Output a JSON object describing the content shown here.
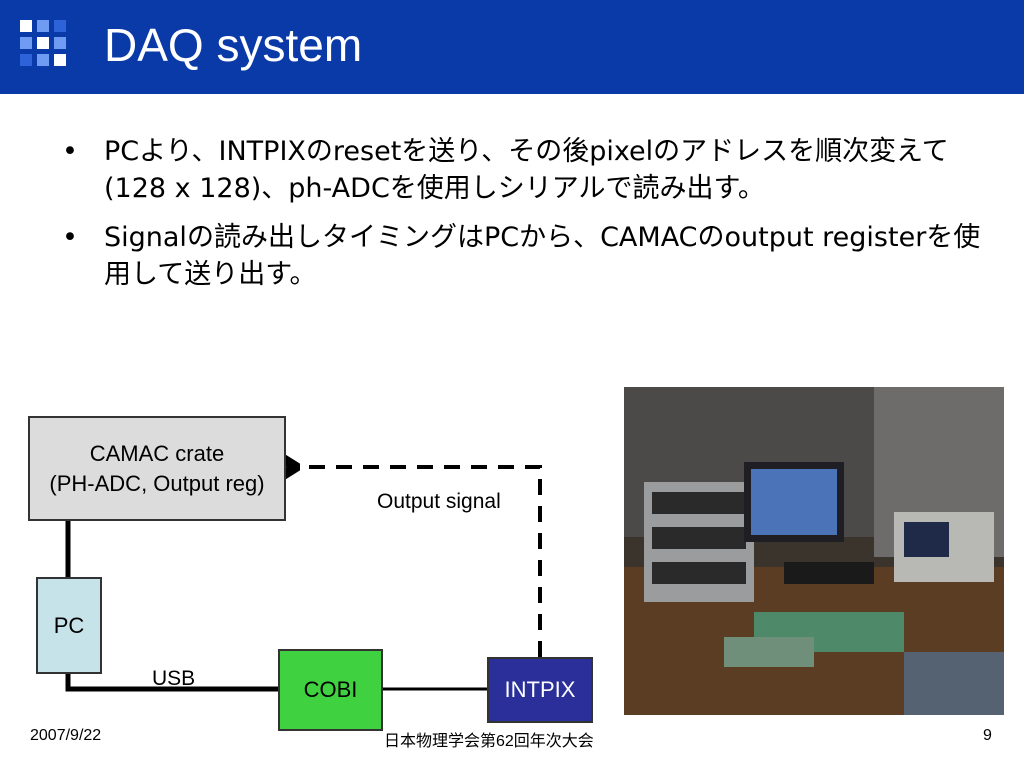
{
  "slide": {
    "title": "DAQ system",
    "bullets": [
      {
        "marker": "•",
        "text": "PCより、INTPIXのresetを送り、その後pixelのアドレスを順次変えて(128 x 128)、ph-ADCを使用しシリアルで読み出す。"
      },
      {
        "marker": "•",
        "text": "Signalの読み出しタイミングはPCから、CAMACのoutput registerを使用して送り出す。"
      }
    ]
  },
  "diagram": {
    "camac": {
      "line1": "CAMAC crate",
      "line2": "(PH-ADC, Output reg)"
    },
    "pc": "PC",
    "cobi": "COBI",
    "intpix": "INTPIX",
    "usb_label": "USB",
    "output_signal_label": "Output signal"
  },
  "footer": {
    "date": "2007/9/22",
    "event": "日本物理学会第62回年次大会",
    "page": "9"
  },
  "colors": {
    "title_bar": "#0a3aa8",
    "camac_fill": "#dcdcdc",
    "pc_fill": "#c6e3ea",
    "cobi_fill": "#3fd13f",
    "intpix_fill": "#2a2f9a"
  }
}
